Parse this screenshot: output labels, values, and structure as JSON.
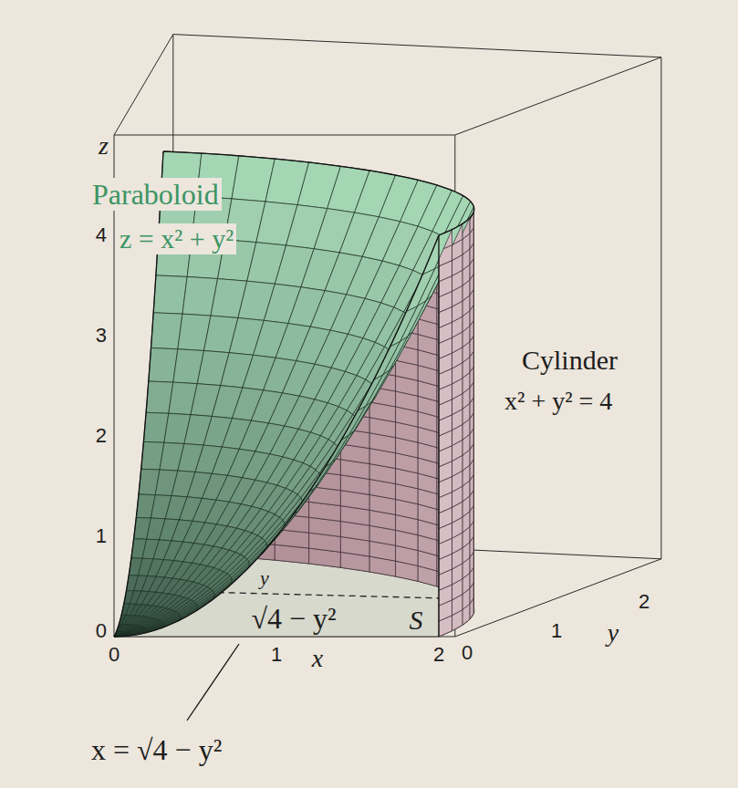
{
  "diagram": {
    "labels": [
      "z",
      "4",
      "3",
      "2",
      "1",
      "0",
      "Paraboloid",
      "z = x² + y²",
      "Cylinder",
      "x² + y² = 4",
      "y",
      "√4 − y²",
      "S",
      "0",
      "1",
      "x",
      "2",
      "0",
      "1",
      "y",
      "2",
      "x = √4 − y²"
    ]
  }
}
